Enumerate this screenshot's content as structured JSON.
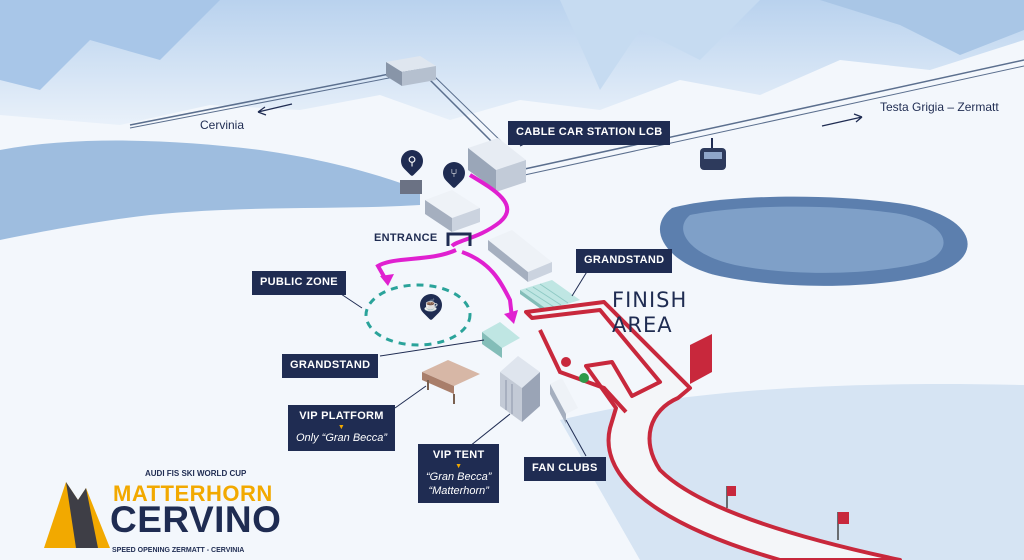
{
  "map": {
    "labels": {
      "cervinia": "Cervinia",
      "testa_grigia": "Testa Grigia – Zermatt",
      "cable_car_station": "CABLE CAR STATION LCB",
      "entrance": "ENTRANCE",
      "grandstand_upper": "GRANDSTAND",
      "public_zone": "PUBLIC ZONE",
      "grandstand_lower": "GRANDSTAND",
      "vip_platform": "VIP PLATFORM",
      "vip_platform_note": "Only “Gran Becca”",
      "vip_tent": "VIP TENT",
      "vip_tent_note_1": "“Gran Becca”",
      "vip_tent_note_2": "“Matterhorn”",
      "fan_clubs": "FAN CLUBS",
      "finish_1": "FINISH",
      "finish_2": "AREA"
    },
    "logo": {
      "top": "AUDI FIS SKI WORLD CUP",
      "line1": "MATTERHORN",
      "line2": "CERVINO",
      "footer": "SPEED OPENING ZERMATT - CERVINIA"
    },
    "icons": [
      "toilet-icon",
      "restaurant-icon",
      "drink-icon",
      "cable-car-icon",
      "gate-flag-icon"
    ],
    "colors": {
      "label_bg": "#1f2c52",
      "path": "#e020d0",
      "course": "#c8283c",
      "zone": "#2aa39a",
      "logo_gold": "#f2a900"
    }
  }
}
